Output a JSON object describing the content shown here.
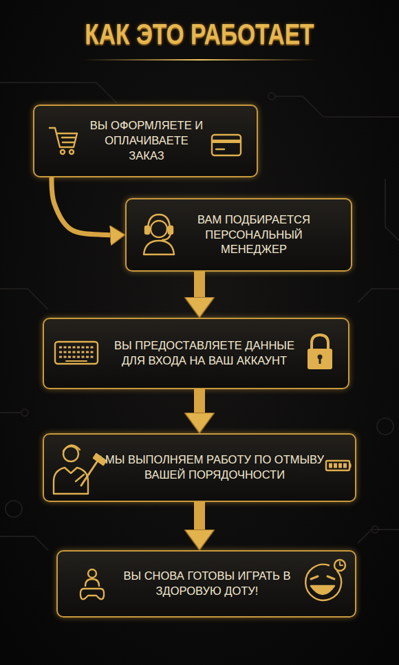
{
  "diagram": {
    "title": "КАК ЭТО РАБОТАЕТ",
    "nodes": [
      {
        "text": [
          "ВЫ ОФОРМЛЯЕТЕ И ОПЛАЧИВАЕТЕ ЗАКАЗ"
        ]
      },
      {
        "text": [
          "ВАМ ПОДБИРАЕТСЯ ПЕРСОНАЛЬНЫЙ МЕНЕДЖЕР"
        ]
      },
      {
        "text": [
          "ВЫ ПРЕДОСТАВЛЯЕТЕ ДАННЫЕ ДЛЯ ВХОДА НА ВАШ АККАУНТ"
        ]
      },
      {
        "text": [
          "МЫ ВЫПОЛНЯЕМ РАБОТУ ПО ОТМЫВУ ВАШЕЙ ПОРЯДОЧНОСТИ"
        ]
      },
      {
        "text": [
          "ВЫ СНОВА ГОТОВЫ ИГРАТЬ В ЗДОРОВУЮ ДОТУ!"
        ]
      }
    ],
    "edges": [
      {
        "from": 0,
        "to": 1,
        "arrow": "to"
      },
      {
        "from": 1,
        "to": 2,
        "arrow": "to"
      },
      {
        "from": 2,
        "to": 3,
        "arrow": "to"
      },
      {
        "from": 3,
        "to": 4,
        "arrow": "to"
      }
    ]
  }
}
